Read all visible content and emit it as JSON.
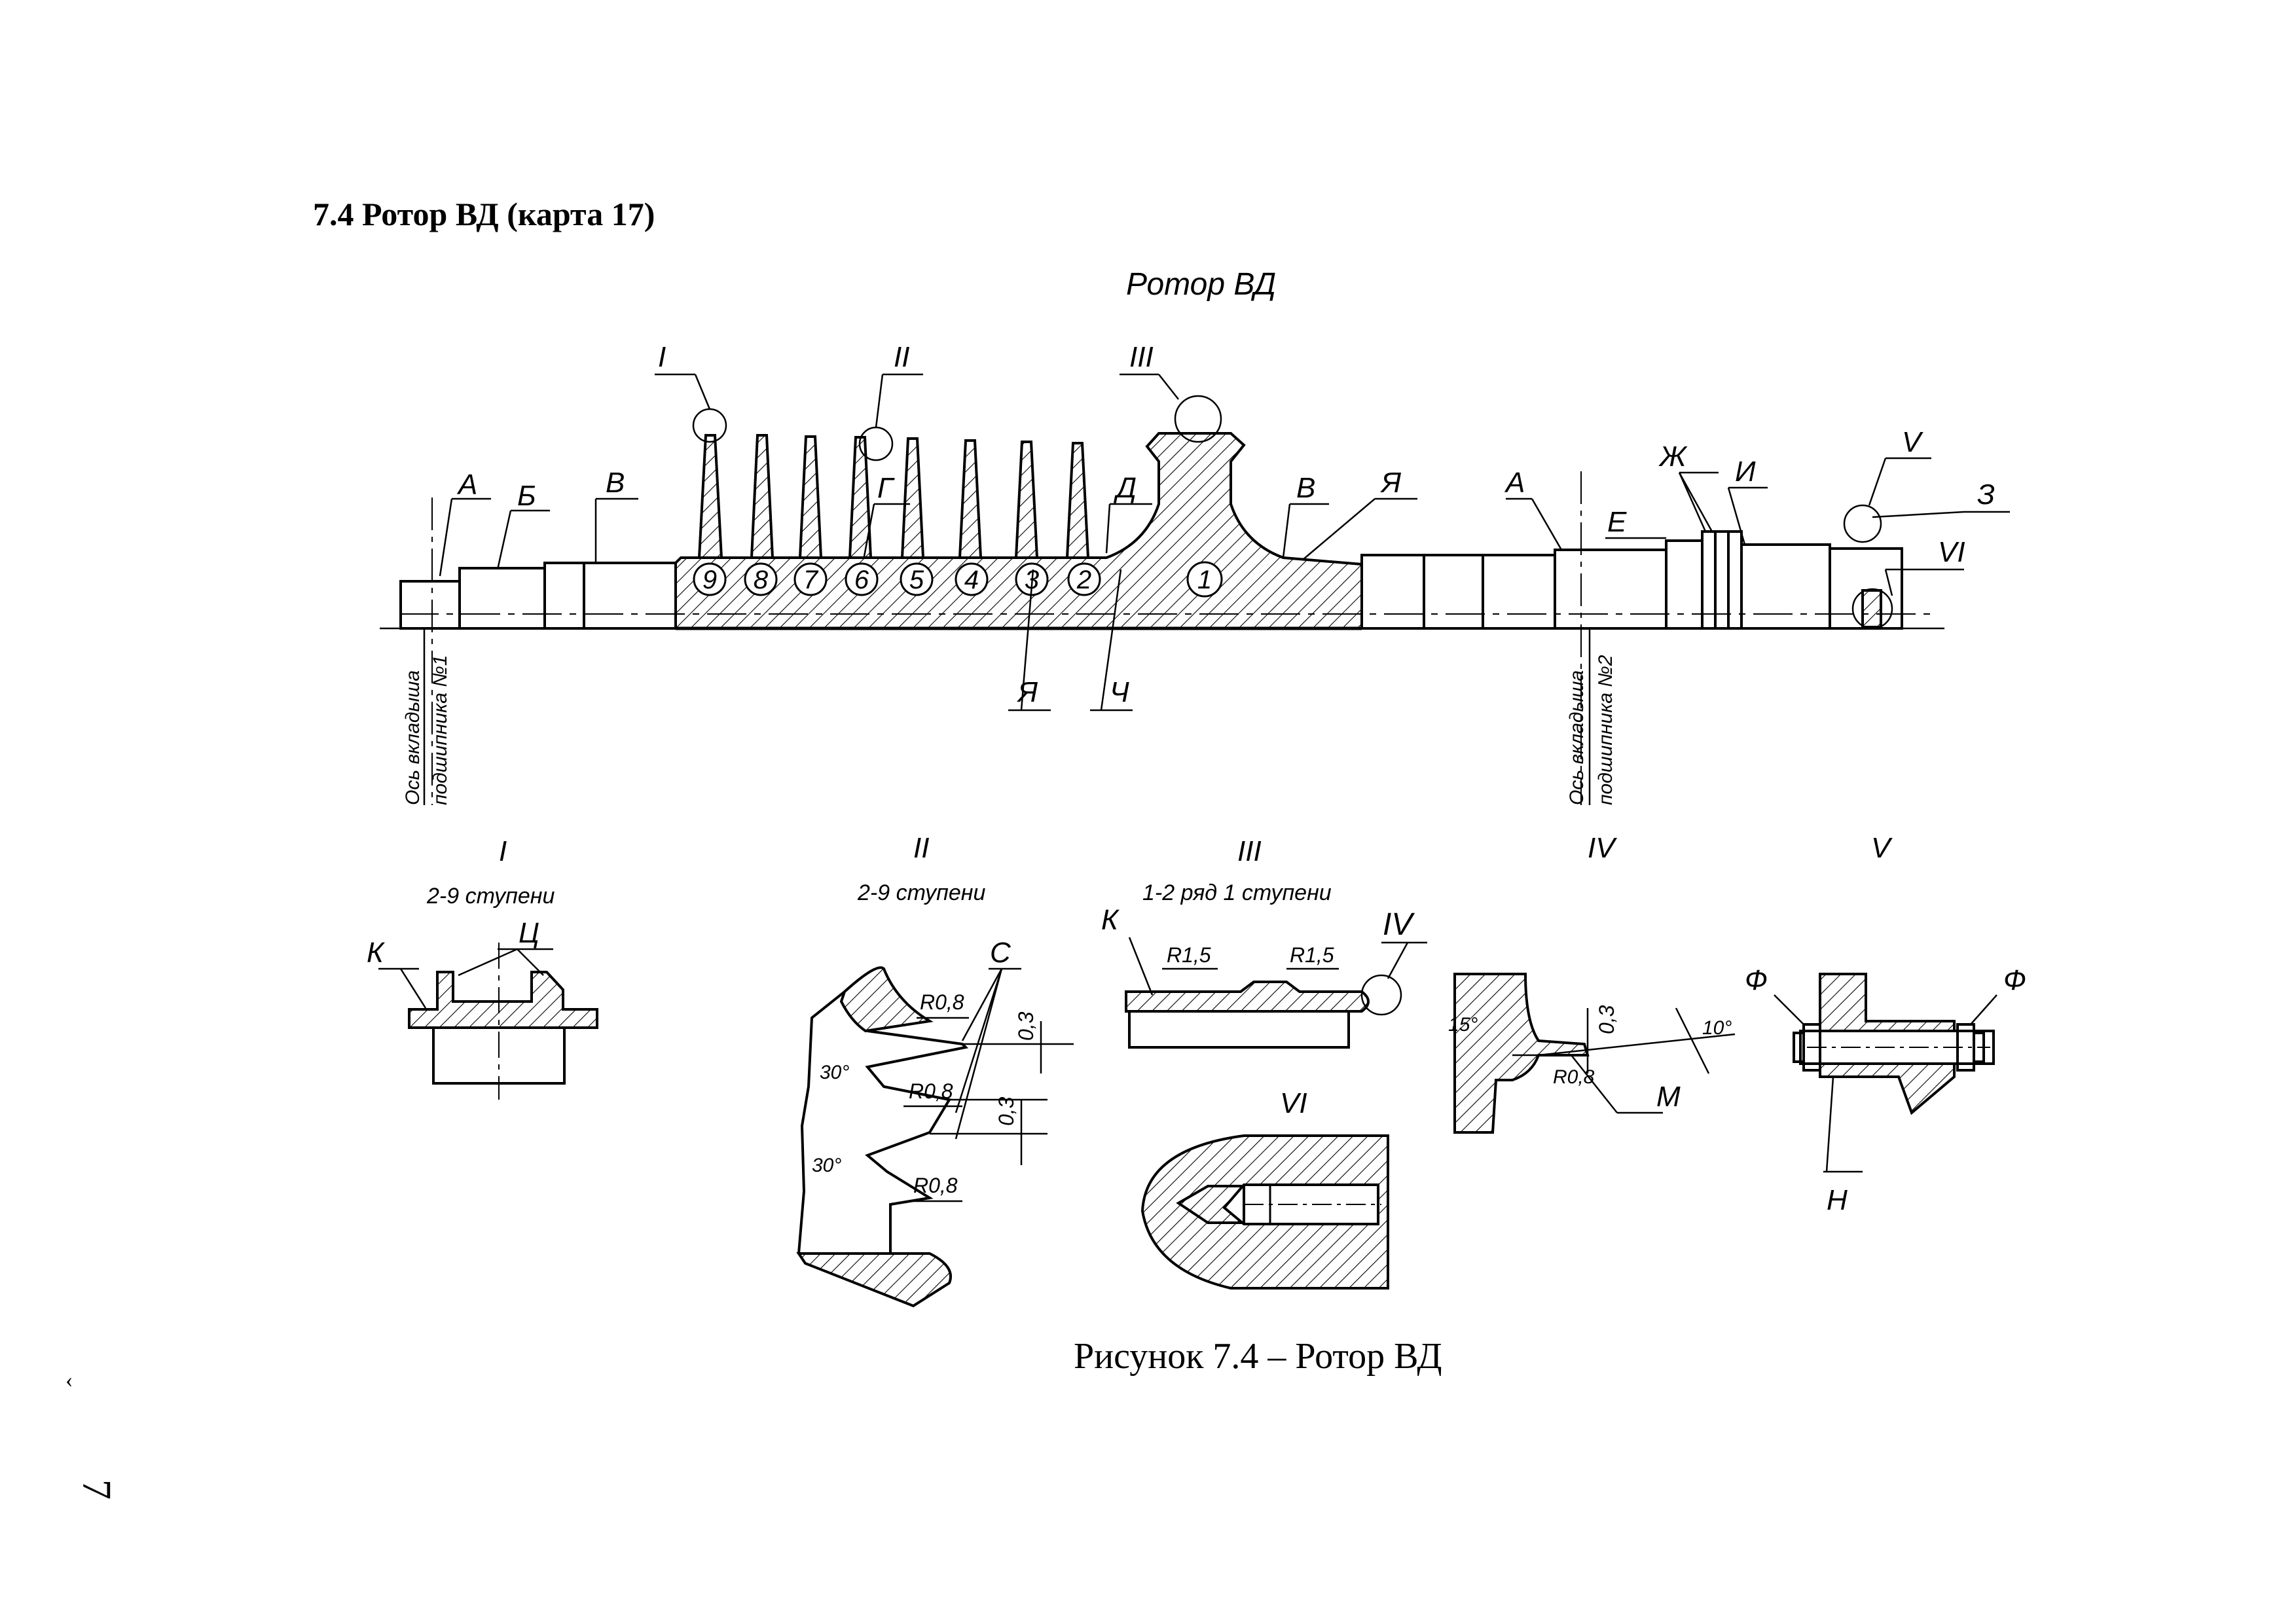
{
  "heading": "7.4 Ротор ВД (карта 17)",
  "caption": "Рисунок 7.4 – Ротор ВД",
  "margin_marks": {
    "small": "‹",
    "number": "7"
  },
  "main_view": {
    "title": "Ротор ВД",
    "detail_refs": {
      "I": "I",
      "II": "II",
      "III": "III",
      "V": "V",
      "VI": "VI"
    },
    "letters": {
      "A1": "А",
      "B_": "Б",
      "V1": "В",
      "G": "Г",
      "D": "Д",
      "V2": "В",
      "Ya_top": "Я",
      "A2": "А",
      "E": "Е",
      "Zh": "Ж",
      "I_": "И",
      "Z": "З",
      "Ya_bottom": "Я",
      "Ch": "Ч"
    },
    "stages": [
      "9",
      "8",
      "7",
      "6",
      "5",
      "4",
      "3",
      "2",
      "1"
    ],
    "bearing_axis_1": [
      "Ось вкладыша",
      "подшипника №1"
    ],
    "bearing_axis_2": [
      "Ось вкладыша",
      "подшипника №2"
    ]
  },
  "details": {
    "I": {
      "roman": "I",
      "subtitle": "2-9 ступени",
      "labels": {
        "K": "К",
        "Ts": "Ц"
      }
    },
    "II": {
      "roman": "II",
      "subtitle": "2-9 ступени",
      "labels": {
        "C": "С",
        "R1": "R0,8",
        "R2": "R0,8",
        "R3": "R0,8",
        "d1": "0,3",
        "d2": "0,3",
        "a1": "30°",
        "a2": "30°"
      }
    },
    "III": {
      "roman": "III",
      "subtitle": "1-2 ряд 1 ступени",
      "labels": {
        "K": "К",
        "R1": "R1,5",
        "R2": "R1,5",
        "ref": "IV"
      }
    },
    "IV": {
      "roman": "IV",
      "labels": {
        "a1": "15°",
        "d": "0,3",
        "a2": "10°",
        "R": "R0,8",
        "M": "М"
      }
    },
    "V": {
      "roman": "V",
      "labels": {
        "F1": "Ф",
        "F2": "Ф",
        "N": "Н"
      }
    },
    "VI": {
      "roman": "VI"
    }
  }
}
